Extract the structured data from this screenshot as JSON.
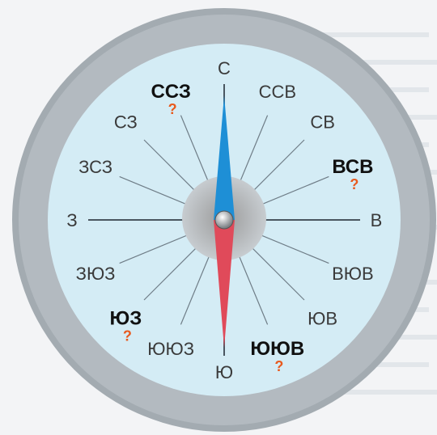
{
  "compass": {
    "label_color": "#3a3a3a",
    "question_color": "#e85a1e",
    "north_needle_color": "#1e8fd6",
    "south_needle_color": "#e04a5a",
    "dial_color": "#cfe8f2",
    "rim_color": "#9fa8ae",
    "labels": [
      {
        "text": "С",
        "angle": 0,
        "style": "normal"
      },
      {
        "text": "ССВ",
        "angle": 22.5,
        "style": "normal"
      },
      {
        "text": "СВ",
        "angle": 45,
        "style": "normal"
      },
      {
        "text": "ВСВ",
        "angle": 67.5,
        "style": "question"
      },
      {
        "text": "В",
        "angle": 90,
        "style": "normal"
      },
      {
        "text": "ВЮВ",
        "angle": 112.5,
        "style": "normal"
      },
      {
        "text": "ЮВ",
        "angle": 135,
        "style": "normal"
      },
      {
        "text": "ЮЮВ",
        "angle": 157.5,
        "style": "question"
      },
      {
        "text": "Ю",
        "angle": 180,
        "style": "normal"
      },
      {
        "text": "ЮЮЗ",
        "angle": 202.5,
        "style": "normal"
      },
      {
        "text": "ЮЗ",
        "angle": 225,
        "style": "question"
      },
      {
        "text": "ЗЮЗ",
        "angle": 247.5,
        "style": "normal"
      },
      {
        "text": "З",
        "angle": 270,
        "style": "normal"
      },
      {
        "text": "ЗСЗ",
        "angle": 292.5,
        "style": "normal"
      },
      {
        "text": "СЗ",
        "angle": 315,
        "style": "normal"
      },
      {
        "text": "ССЗ",
        "angle": 337.5,
        "style": "question"
      }
    ],
    "question_mark": "?"
  }
}
